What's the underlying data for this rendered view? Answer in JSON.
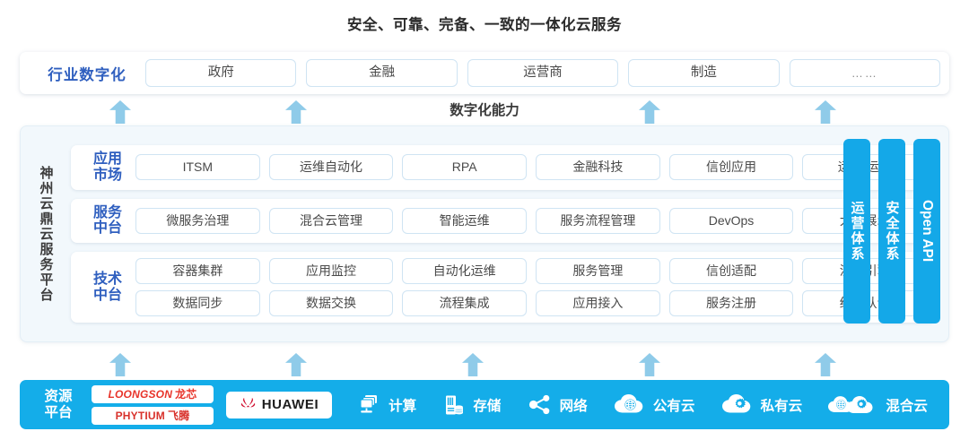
{
  "title": "安全、可靠、完备、一致的一体化云服务",
  "capability_title": "数字化能力",
  "industry": {
    "label": "行业数字化",
    "items": [
      "政府",
      "金融",
      "运营商",
      "制造",
      "……"
    ]
  },
  "platform": {
    "vertical_label": "神州云鼎云服务平台",
    "layers": [
      {
        "label_top": "应用",
        "label_bottom": "市场",
        "rows": [
          [
            "ITSM",
            "运维自动化",
            "RPA",
            "金融科技",
            "信创应用",
            "运维/运营"
          ]
        ]
      },
      {
        "label_top": "服务",
        "label_bottom": "中台",
        "rows": [
          [
            "微服务治理",
            "混合云管理",
            "智能运维",
            "服务流程管理",
            "DevOps",
            "大屏展示"
          ]
        ]
      },
      {
        "label_top": "技术",
        "label_bottom": "中台",
        "rows": [
          [
            "容器集群",
            "应用监控",
            "自动化运维",
            "服务管理",
            "信创适配",
            "流程引擎"
          ],
          [
            "数据同步",
            "数据交换",
            "流程集成",
            "应用接入",
            "服务注册",
            "统一认证"
          ]
        ]
      }
    ],
    "pillars": [
      {
        "text": "运营体系",
        "latin": false
      },
      {
        "text": "安全体系",
        "latin": false
      },
      {
        "text": "Open API",
        "latin": true
      }
    ]
  },
  "resource": {
    "label_top": "资源",
    "label_bottom": "平台",
    "chips": [
      {
        "brand": "LOONGSON",
        "cn": "龙芯"
      },
      {
        "brand": "PHYTIUM",
        "cn": "飞腾"
      }
    ],
    "huawei": "HUAWEI",
    "items": [
      {
        "icon": "compute-icon",
        "label": "计算"
      },
      {
        "icon": "storage-icon",
        "label": "存储"
      },
      {
        "icon": "network-icon",
        "label": "网络"
      },
      {
        "icon": "public-cloud-icon",
        "label": "公有云"
      },
      {
        "icon": "private-cloud-icon",
        "label": "私有云"
      },
      {
        "icon": "hybrid-cloud-icon",
        "label": "混合云"
      }
    ]
  },
  "colors": {
    "accent_blue": "#14ade9",
    "label_blue": "#2f5fbf",
    "arrow_blue": "#8fcbe9",
    "panel_bg": "#f2f8fc",
    "box_border": "#cfe4f3",
    "brand_red": "#e8342a"
  },
  "arrows": {
    "upper_x": [
      122,
      318,
      712,
      908
    ],
    "lower_x": [
      122,
      318,
      515,
      712,
      908
    ]
  }
}
